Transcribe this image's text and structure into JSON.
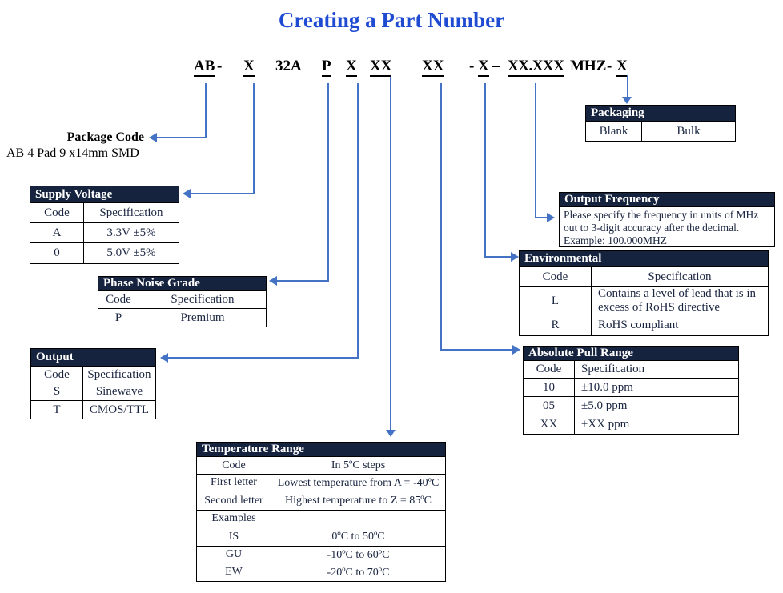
{
  "title": "Creating a Part Number",
  "part_number": {
    "segments": [
      {
        "text": "AB",
        "underline": true
      },
      {
        "text": "-",
        "underline": false
      },
      {
        "text": "X",
        "underline": true
      },
      {
        "text": "32A",
        "underline": false
      },
      {
        "text": "P",
        "underline": true
      },
      {
        "text": "X",
        "underline": true
      },
      {
        "text": "XX",
        "underline": true
      },
      {
        "text": "XX",
        "underline": true
      },
      {
        "text": "-",
        "underline": false
      },
      {
        "text": "X",
        "underline": true
      },
      {
        "text": "–",
        "underline": false
      },
      {
        "text": "XX.XXX",
        "underline": true
      },
      {
        "text": "MHZ",
        "underline": false
      },
      {
        "text": "-",
        "underline": false
      },
      {
        "text": "X",
        "underline": true
      }
    ]
  },
  "package_code": {
    "label": "Package Code",
    "description": "AB 4 Pad 9 x14mm SMD"
  },
  "tables": {
    "packaging": {
      "title": "Packaging",
      "rows": [
        [
          "Blank",
          "Bulk"
        ]
      ]
    },
    "supply_voltage": {
      "title": "Supply Voltage",
      "rows": [
        [
          "Code",
          "Specification"
        ],
        [
          "A",
          "3.3V ±5%"
        ],
        [
          "0",
          "5.0V ±5%"
        ]
      ]
    },
    "output_frequency": {
      "title": "Output Frequency",
      "body": "Please specify the frequency in units of MHz out to 3-digit accuracy after the decimal. Example: 100.000MHZ"
    },
    "environmental": {
      "title": "Environmental",
      "rows": [
        [
          "Code",
          "Specification"
        ],
        [
          "L",
          "Contains a level of lead that is in excess of RoHS directive"
        ],
        [
          "R",
          "RoHS compliant"
        ]
      ]
    },
    "phase_noise_grade": {
      "title": "Phase Noise Grade",
      "rows": [
        [
          "Code",
          "Specification"
        ],
        [
          "P",
          "Premium"
        ]
      ]
    },
    "output": {
      "title": "Output",
      "rows": [
        [
          "Code",
          "Specification"
        ],
        [
          "S",
          "Sinewave"
        ],
        [
          "T",
          "CMOS/TTL"
        ]
      ]
    },
    "absolute_pull_range": {
      "title": "Absolute Pull Range",
      "rows": [
        [
          "Code",
          "Specification"
        ],
        [
          "10",
          "±10.0 ppm"
        ],
        [
          "05",
          "±5.0 ppm"
        ],
        [
          "XX",
          "±XX ppm"
        ]
      ]
    },
    "temperature_range": {
      "title": "Temperature Range",
      "rows": [
        [
          "Code",
          "In 5ºC steps"
        ],
        [
          "First letter",
          "Lowest temperature from A = -40ºC"
        ],
        [
          "Second letter",
          "Highest temperature to Z = 85ºC"
        ],
        [
          "Examples",
          ""
        ],
        [
          "IS",
          "0ºC to 50ºC"
        ],
        [
          "GU",
          "-10ºC to 60ºC"
        ],
        [
          "EW",
          "-20ºC to 70ºC"
        ]
      ]
    }
  },
  "colors": {
    "header_bg": "#16233E",
    "arrow": "#4472C4",
    "title": "#1E4BD2"
  }
}
